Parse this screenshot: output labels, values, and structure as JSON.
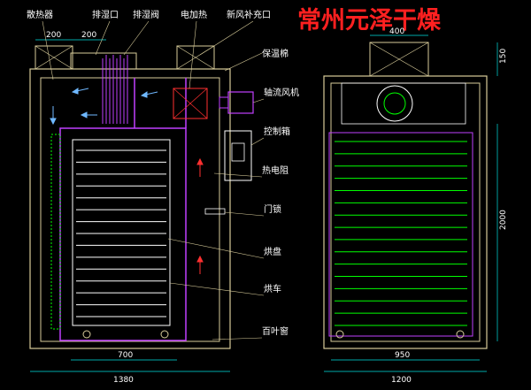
{
  "title": "常州元泽干燥",
  "labels": {
    "radiator": "散热器",
    "exhaust_port": "排湿口",
    "exhaust_valve": "排湿阀",
    "electric_heating": "电加热",
    "fresh_air": "新风补充口",
    "insulation": "保温棉",
    "axial_fan": "轴流风机",
    "control_box": "控制箱",
    "heat_resistor": "热电阻",
    "door_lock": "门锁",
    "tray": "烘盘",
    "cart": "烘车",
    "louver": "百叶窗"
  },
  "dimensions": {
    "left_port_a": "200",
    "left_port_b": "200",
    "left_inner_width": "700",
    "left_outer_width": "1380",
    "right_top_width": "400",
    "right_top_height": "150",
    "right_height": "2000",
    "right_inner_width": "950",
    "right_outer_width": "1200"
  },
  "colors": {
    "background": "#000000",
    "wall": "#d8cc9a",
    "purple": "#c040ff",
    "green": "#00ff00",
    "cyan": "#00e0e0",
    "blue_arrow": "#6fb8ff",
    "red_arrow": "#ff3030",
    "white": "#ffffff",
    "title": "#ff2020"
  }
}
